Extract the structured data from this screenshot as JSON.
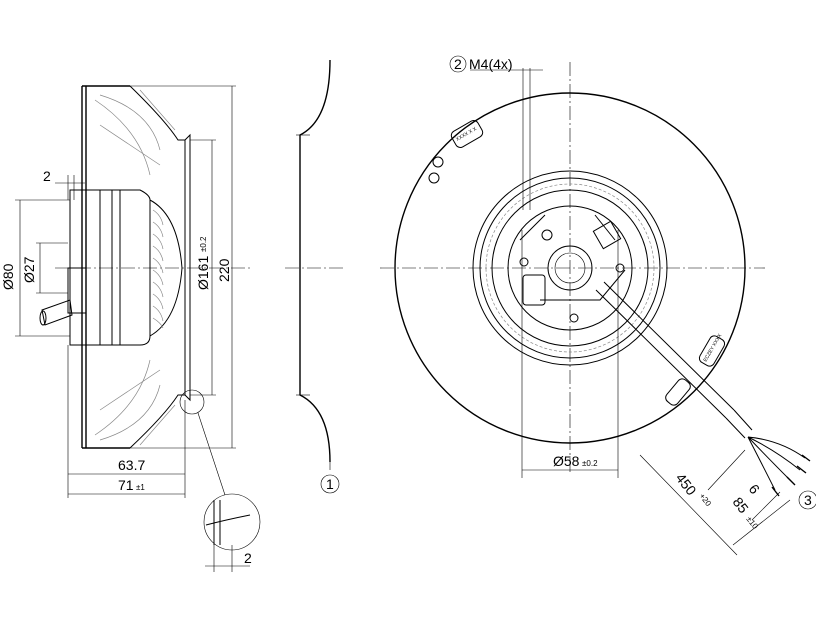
{
  "side_view": {
    "dim_gap": "2",
    "dim_d80": "Ø80",
    "dim_d27": "Ø27",
    "dim_d161": "Ø161",
    "dim_d161_tol": "±0.2",
    "dim_220": "220",
    "dim_63_7": "63.7",
    "dim_71": "71",
    "dim_71_tol": "±1",
    "detail_dim": "2"
  },
  "profile_view": {
    "callout_1": "1"
  },
  "front_view": {
    "callout_2": "2",
    "thread_label": "M4(4x)",
    "dim_d58": "Ø58",
    "dim_d58_tol": "±0.2",
    "label_top": "XXXX X X",
    "label_right": "ECZEY XXXX",
    "cable_dim_450": "450",
    "cable_dim_450_tol": "+20",
    "cable_dim_85": "85",
    "cable_dim_85_tol": "±10",
    "cable_dim_6": "6",
    "callout_3": "3"
  }
}
